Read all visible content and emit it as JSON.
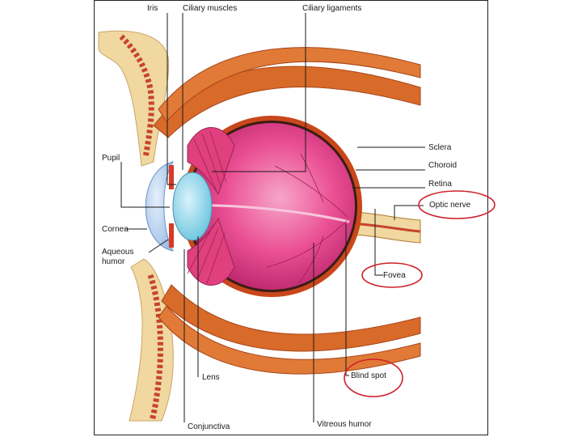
{
  "labels": {
    "iris": "Iris",
    "ciliary_muscles": "Ciliary muscles",
    "ciliary_ligaments": "Ciliary ligaments",
    "pupil": "Pupil",
    "cornea": "Cornea",
    "aqueous_humor_line1": "Aqueous",
    "aqueous_humor_line2": "humor",
    "lens": "Lens",
    "conjunctiva": "Conjunctiva",
    "vitreous_humor": "Vitreous humor",
    "sclera": "Sclera",
    "choroid": "Choroid",
    "retina": "Retina",
    "optic_nerve": "Optic nerve",
    "fovea": "Fovea",
    "blind_spot": "Blind spot"
  },
  "highlighted": [
    "optic_nerve",
    "fovea",
    "blind_spot"
  ],
  "colors": {
    "highlight": "#d0202a",
    "eyeball": "#e23a86",
    "sclera": "#b84a1c",
    "muscle": "#d86a2a",
    "cornea": "#b7d3ef",
    "lens": "#8fd3e6",
    "bone": "#f0d8a0"
  }
}
